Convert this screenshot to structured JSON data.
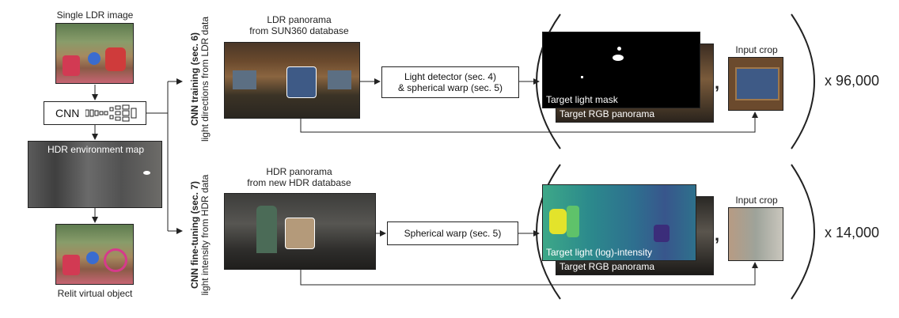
{
  "left": {
    "input_label": "Single LDR image",
    "cnn_label": "CNN",
    "env_map_label": "HDR environment map",
    "output_label": "Relit virtual object"
  },
  "top_row": {
    "side_label_bold": "CNN training (sec. 6)",
    "side_label_sub": "light directions from LDR data",
    "panorama_label_1": "LDR panorama",
    "panorama_label_2": "from SUN360 database",
    "process_line_1": "Light detector (sec. 4)",
    "process_line_2": "& spherical warp (sec. 5)",
    "target_front_label": "Target light mask",
    "target_back_label": "Target RGB panorama",
    "crop_label": "Input crop",
    "multiplier": "x 96,000"
  },
  "bottom_row": {
    "side_label_bold": "CNN fine-tuning (sec. 7)",
    "side_label_sub": "light intensity from HDR data",
    "panorama_label_1": "HDR panorama",
    "panorama_label_2": "from new HDR database",
    "process_line_1": "Spherical warp (sec. 5)",
    "target_front_label": "Target light (log)-intensity",
    "target_back_label": "Target RGB panorama",
    "crop_label": "Input crop",
    "multiplier": "x 14,000"
  },
  "separator": ","
}
